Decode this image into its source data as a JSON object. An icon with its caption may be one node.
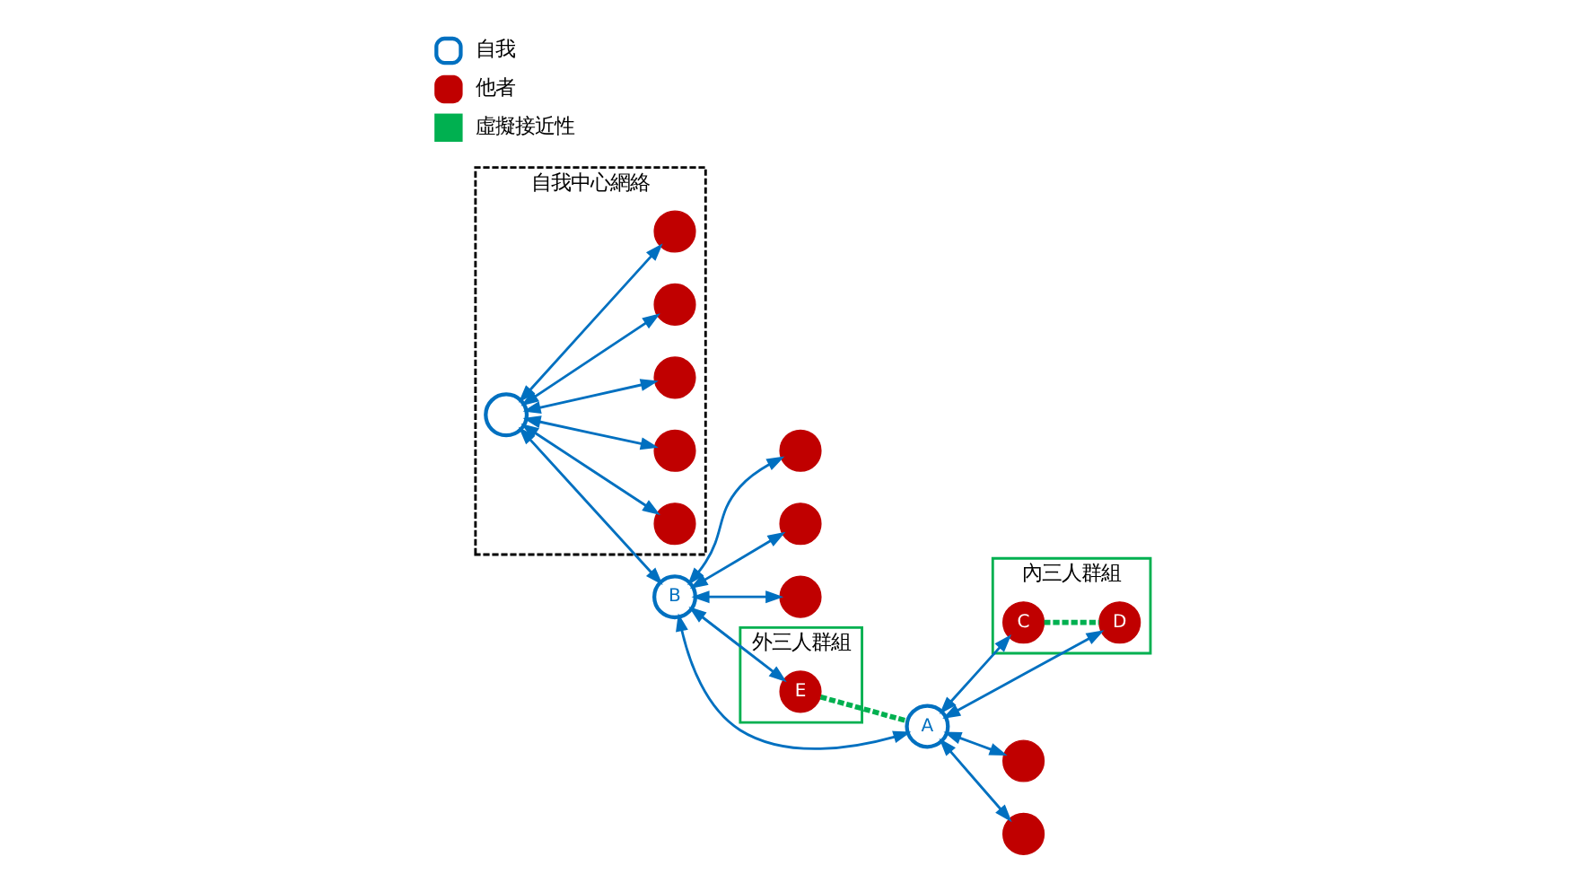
{
  "diagram": {
    "nodes": [
      {
        "text": [
          "自我中心網絡"
        ]
      },
      {
        "text": [],
        "shape": "circle",
        "in": 0
      },
      {
        "text": [],
        "shape": "circle",
        "in": 0
      },
      {
        "text": [],
        "shape": "circle",
        "in": 0
      },
      {
        "text": [],
        "shape": "circle",
        "in": 0
      },
      {
        "text": [],
        "shape": "circle",
        "in": 0
      },
      {
        "text": [],
        "shape": "circle",
        "in": 0
      },
      {
        "text": [],
        "shape": "circle"
      },
      {
        "text": [],
        "shape": "circle"
      },
      {
        "text": [],
        "shape": "circle"
      },
      {
        "text": [
          "外三人群組"
        ]
      },
      {
        "text": [
          "內三人群組"
        ]
      },
      {
        "text": [
          "B"
        ]
      },
      {
        "text": [
          "C"
        ],
        "in": 11
      },
      {
        "text": [
          "E"
        ],
        "in": 10
      },
      {
        "text": [
          "A"
        ]
      },
      {
        "text": [
          "D"
        ],
        "in": 11
      },
      {
        "text": [],
        "shape": "circle"
      },
      {
        "text": [],
        "shape": "circle"
      }
    ],
    "edges": [
      {
        "from": 1,
        "to": 2,
        "arrow": "both"
      },
      {
        "from": 1,
        "to": 3,
        "arrow": "both"
      },
      {
        "from": 1,
        "to": 4,
        "arrow": "both"
      },
      {
        "from": 1,
        "to": 5,
        "arrow": "both"
      },
      {
        "from": 1,
        "to": 6,
        "arrow": "both"
      },
      {
        "from": 1,
        "to": 12,
        "arrow": "both"
      },
      {
        "from": 12,
        "to": 7,
        "arrow": "both"
      },
      {
        "from": 12,
        "to": 8,
        "arrow": "both"
      },
      {
        "from": 12,
        "to": 9,
        "arrow": "both"
      },
      {
        "from": 12,
        "to": 14,
        "arrow": "both"
      },
      {
        "from": 12,
        "to": 15,
        "arrow": "both"
      },
      {
        "from": 15,
        "to": 13,
        "arrow": "both"
      },
      {
        "from": 15,
        "to": 16,
        "arrow": "both"
      },
      {
        "from": 15,
        "to": 17,
        "arrow": "both"
      },
      {
        "from": 15,
        "to": 18,
        "arrow": "both"
      },
      {
        "from": 14,
        "to": 15,
        "arrow": "none",
        "style": "dashed",
        "color": "#00b050"
      },
      {
        "from": 13,
        "to": 16,
        "arrow": "none",
        "style": "dashed",
        "color": "#00b050"
      }
    ],
    "legend": [
      {
        "text": "自我",
        "color": "#0070c0"
      },
      {
        "text": "他者",
        "color": "#c00000"
      },
      {
        "text": "虛擬接近性",
        "color": "#00b050"
      }
    ]
  }
}
